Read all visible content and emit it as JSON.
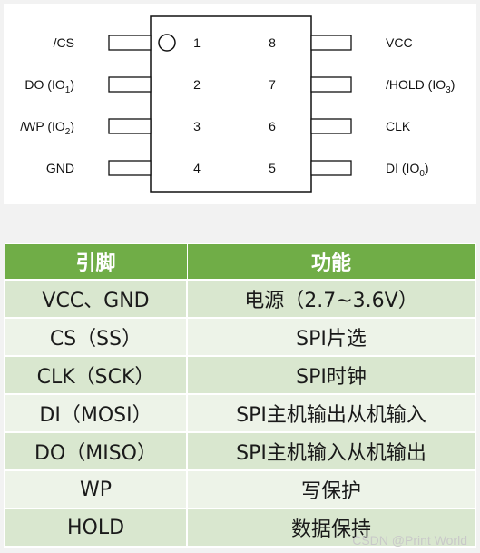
{
  "diagram": {
    "left_pins": [
      {
        "num": "1",
        "label": "/CS",
        "sub": "",
        "suffix": ""
      },
      {
        "num": "2",
        "label": "DO (IO",
        "sub": "1",
        "suffix": ")"
      },
      {
        "num": "3",
        "label": "/WP (IO",
        "sub": "2",
        "suffix": ")"
      },
      {
        "num": "4",
        "label": "GND",
        "sub": "",
        "suffix": ""
      }
    ],
    "right_pins": [
      {
        "num": "8",
        "label": "VCC",
        "sub": "",
        "suffix": ""
      },
      {
        "num": "7",
        "label": "/HOLD (IO",
        "sub": "3",
        "suffix": ")"
      },
      {
        "num": "6",
        "label": "CLK",
        "sub": "",
        "suffix": ""
      },
      {
        "num": "5",
        "label": "DI (IO",
        "sub": "0",
        "suffix": ")"
      }
    ]
  },
  "table": {
    "headers": [
      "引脚",
      "功能"
    ],
    "rows": [
      [
        "VCC、GND",
        "电源（2.7~3.6V）"
      ],
      [
        "CS（SS）",
        "SPI片选"
      ],
      [
        "CLK（SCK）",
        "SPI时钟"
      ],
      [
        "DI（MOSI）",
        "SPI主机输出从机输入"
      ],
      [
        "DO（MISO）",
        "SPI主机输入从机输出"
      ],
      [
        "WP",
        "写保护"
      ],
      [
        "HOLD",
        "数据保持"
      ]
    ]
  },
  "watermark": "CSDN @Print World",
  "colors": {
    "header_green": "#70ad47",
    "row_odd": "#d9e7cf",
    "row_even": "#edf3e8"
  }
}
